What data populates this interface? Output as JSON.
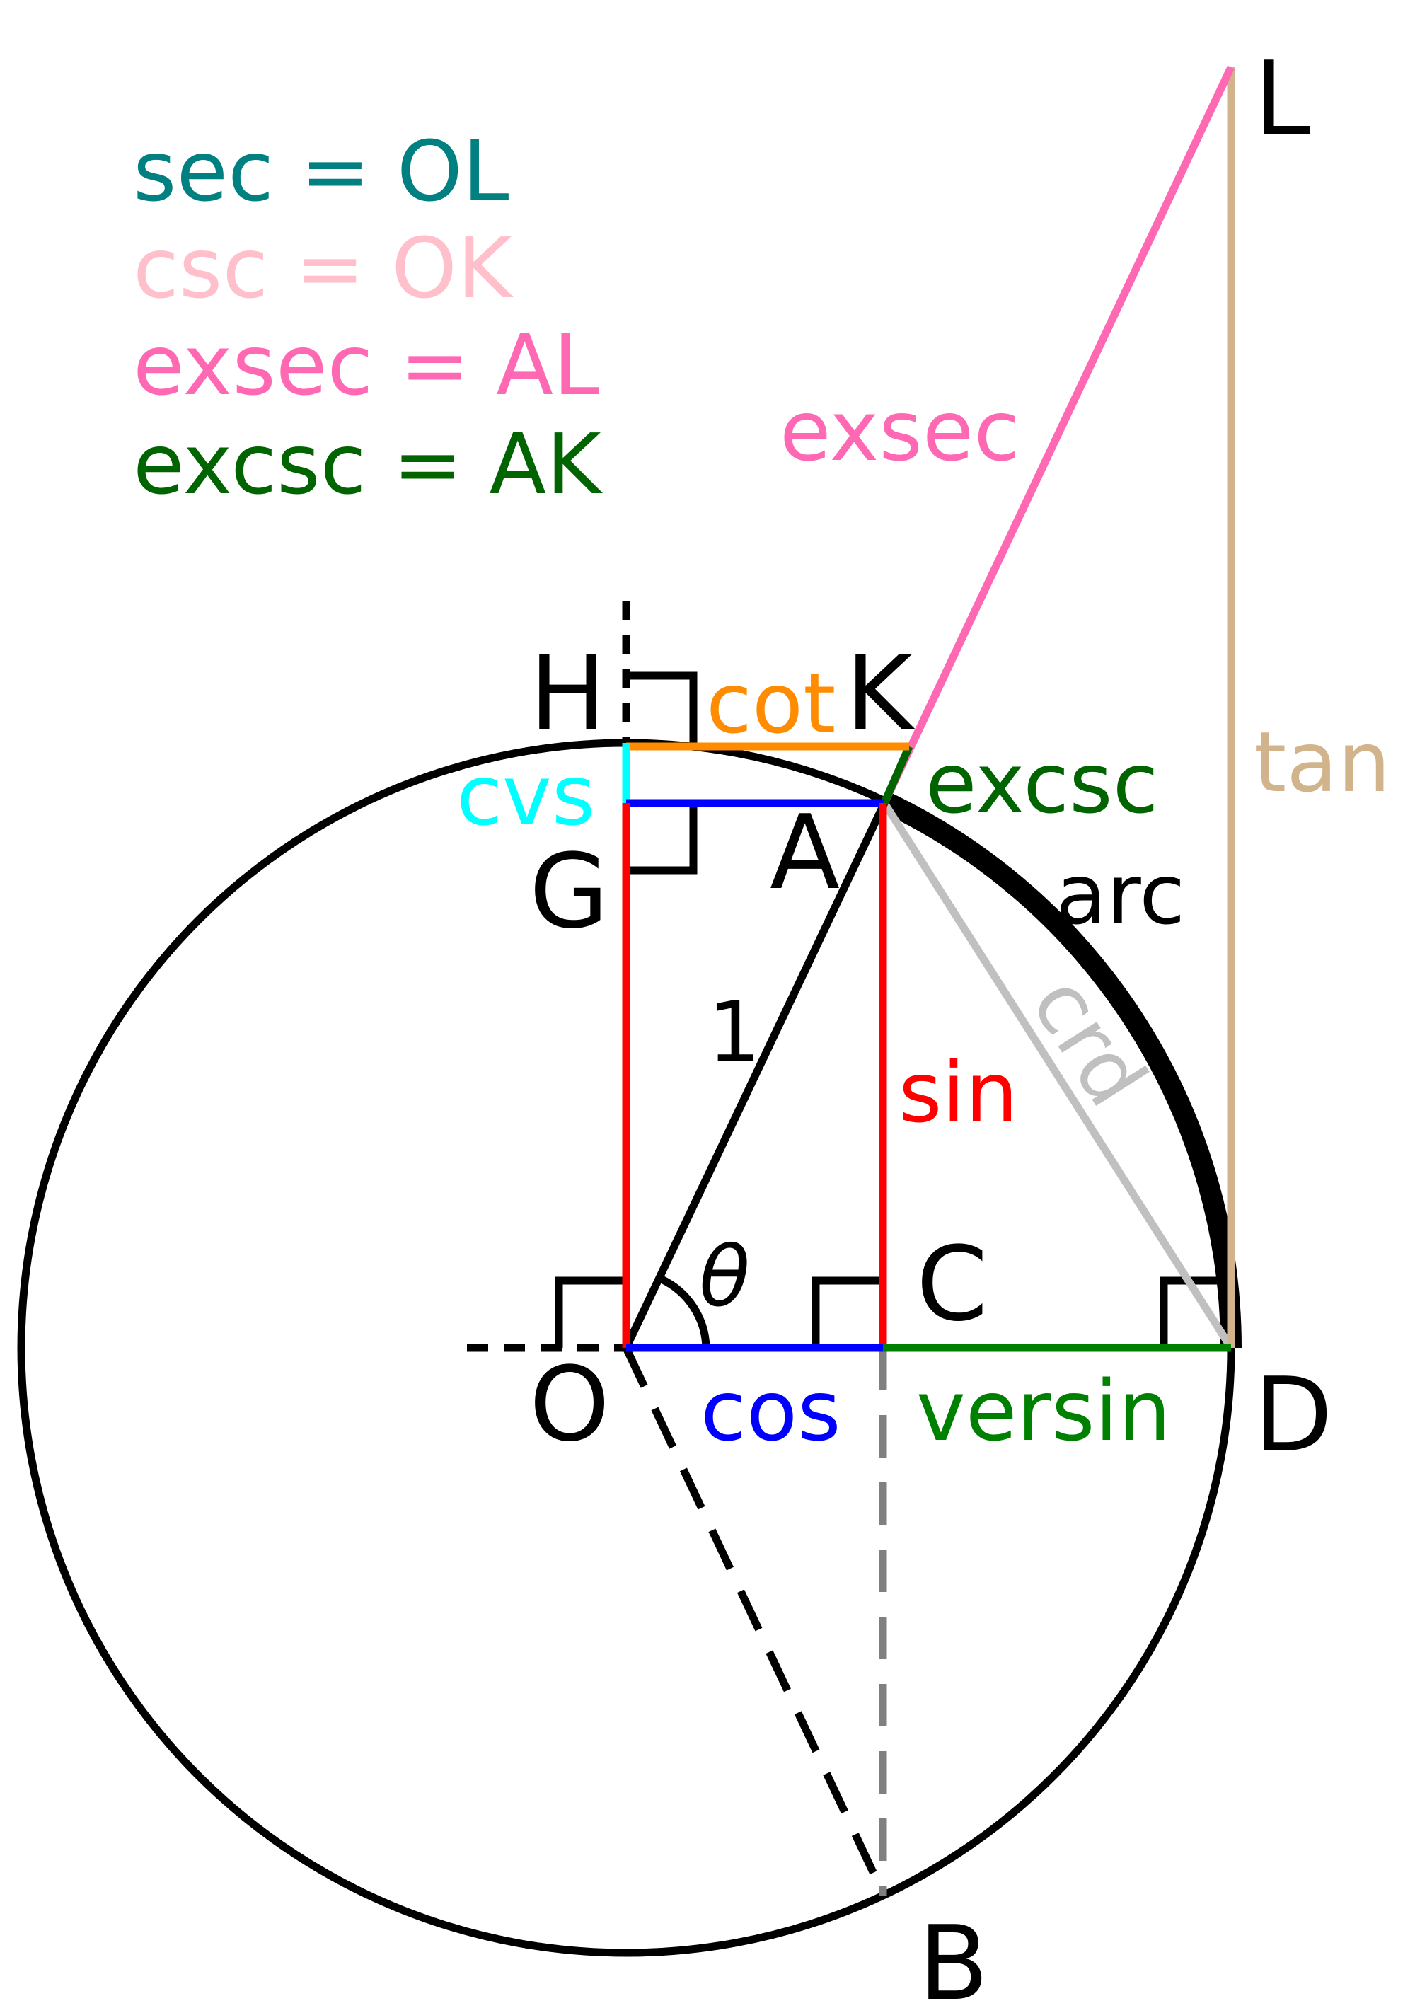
{
  "legend": [
    {
      "text": "sec = OL",
      "color": "#008080"
    },
    {
      "text": "csc = OK",
      "color": "#FFC0CB"
    },
    {
      "text": "exsec = AL",
      "color": "#FF69B4"
    },
    {
      "text": "excsc = AK",
      "color": "#006400"
    }
  ],
  "points": {
    "O": "O",
    "A": "A",
    "B": "B",
    "C": "C",
    "D": "D",
    "G": "G",
    "H": "H",
    "K": "K",
    "L": "L"
  },
  "labels": {
    "sin": "sin",
    "cos": "cos",
    "tan": "tan",
    "cot": "cot",
    "exsec": "exsec",
    "excsc": "excsc",
    "versin": "versin",
    "cvs": "cvs",
    "crd": "crd",
    "arc": "arc",
    "radius": "1",
    "theta": "θ"
  },
  "colors": {
    "sin": "#FF0000",
    "cos": "#0000FF",
    "tan": "#D2B48C",
    "cot": "#FF8C00",
    "exsec": "#FF69B4",
    "excsc": "#006400",
    "versin": "#008000",
    "cvs": "#00FFFF",
    "crd": "#C0C0C0",
    "outline": "#000000",
    "dashed_vertical": "#808080"
  }
}
